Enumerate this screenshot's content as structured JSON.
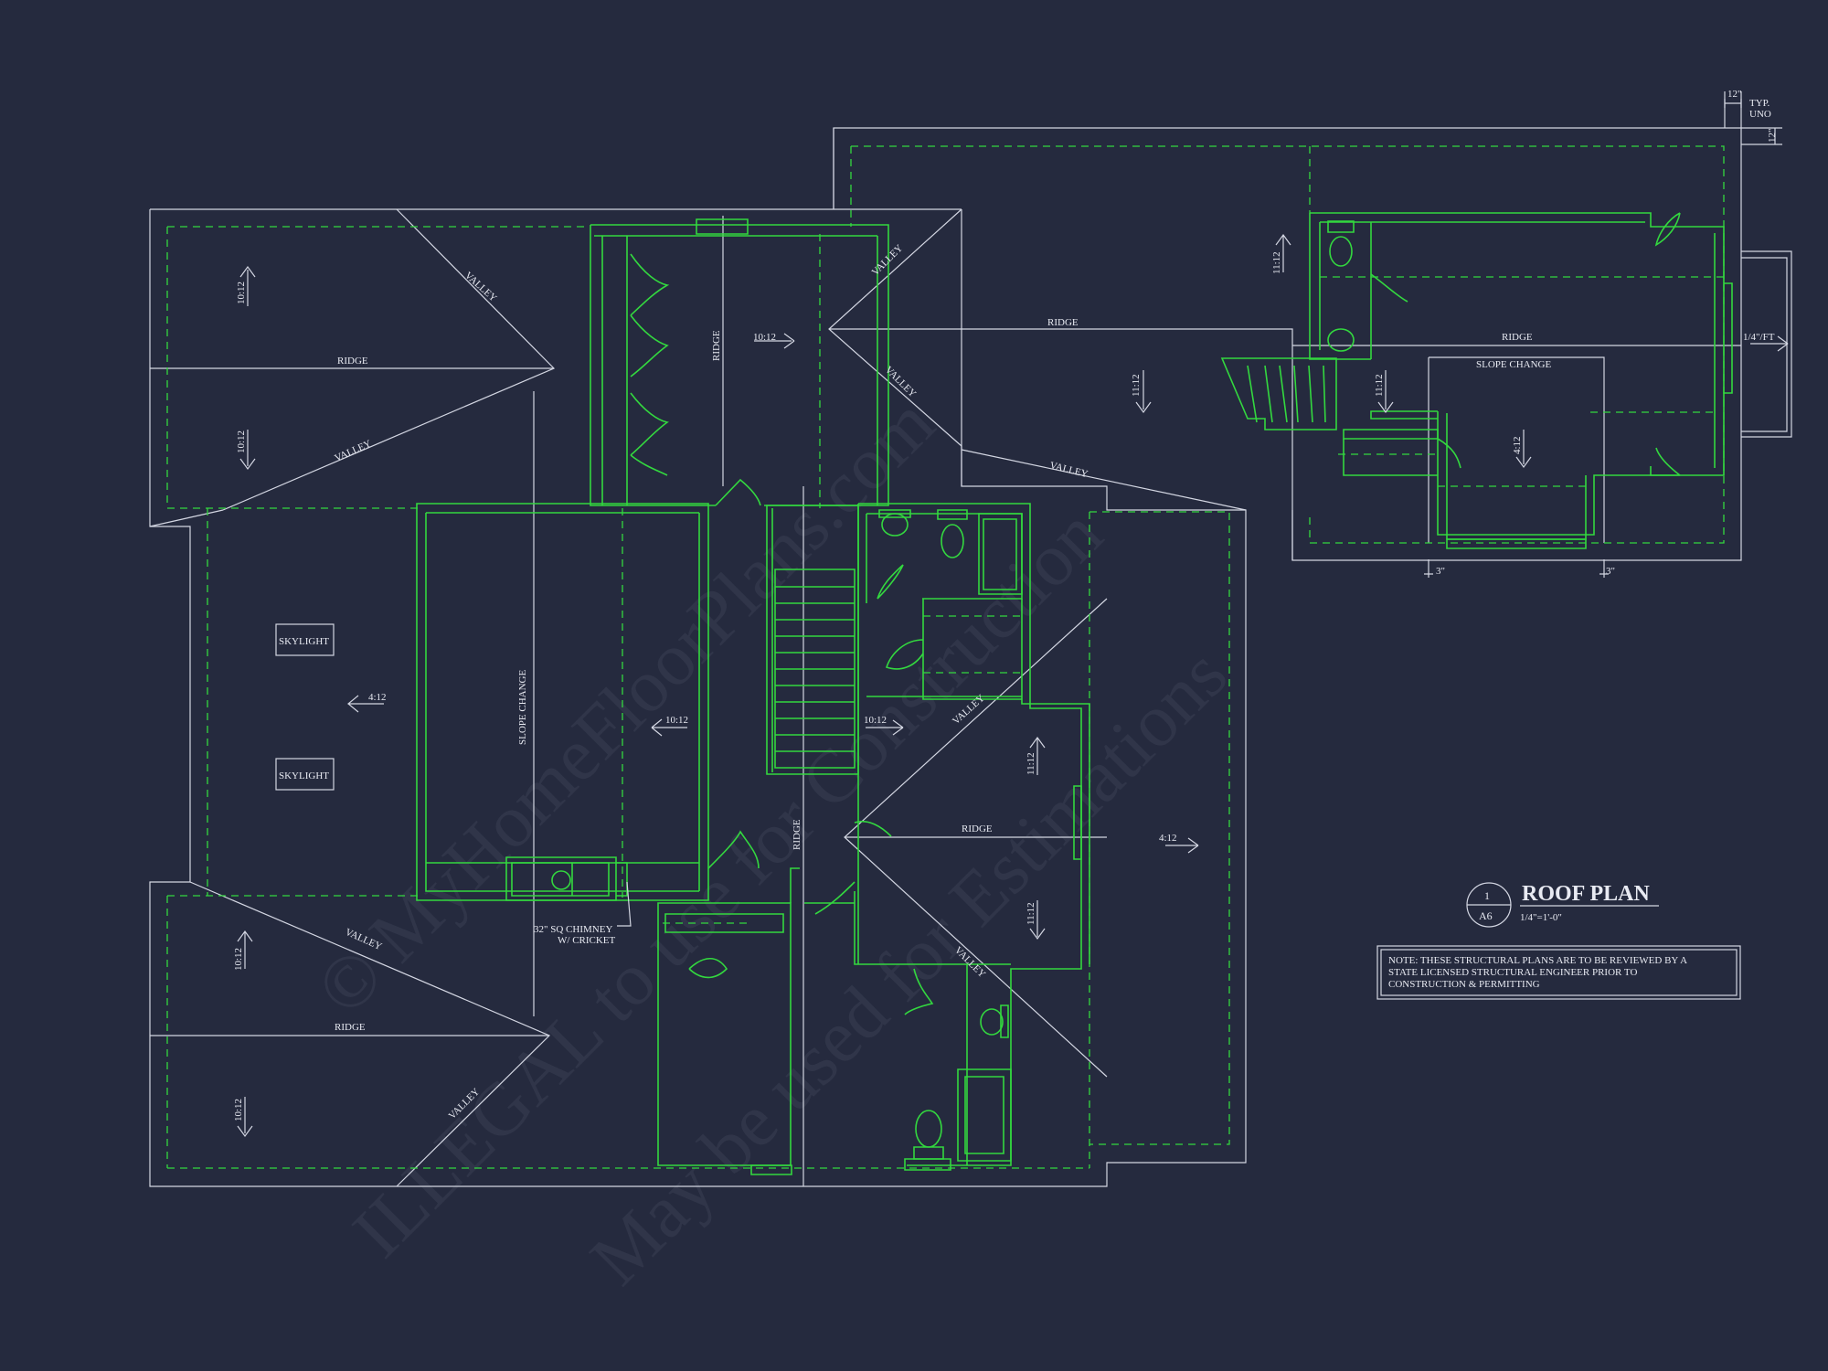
{
  "labels": {
    "ridge": "RIDGE",
    "valley": "VALLEY",
    "slope_change": "SLOPE CHANGE",
    "skylight": "SKYLIGHT",
    "chimney_line1": "32\" SQ CHIMNEY",
    "chimney_line2": "W/ CRICKET",
    "typ": "TYP.",
    "uno": "UNO",
    "twelve_in": "12\"",
    "three_in": "3\"",
    "quarter_per_ft": "1/4\"/FT"
  },
  "pitches": {
    "p10_12": "10:12",
    "p4_12": "4:12",
    "p11_12": "11:12"
  },
  "title_block": {
    "number": "1",
    "sheet": "A6",
    "title": "ROOF PLAN",
    "scale": "1/4\"=1'-0\""
  },
  "note": {
    "line1": "NOTE: THESE STRUCTURAL PLANS ARE TO BE REVIEWED BY A",
    "line2": "STATE LICENSED STRUCTURAL ENGINEER PRIOR TO",
    "line3": "CONSTRUCTION & PERMITTING"
  },
  "watermark": {
    "line1": "© MyHomeFloorPlans.com",
    "line2": "ILLEGAL to use for Construction",
    "line3": "May be used for Estimations"
  },
  "colors": {
    "background": "#252a3e",
    "roof_lines": "#d3d6e2",
    "floor_lines": "#33d83f"
  }
}
